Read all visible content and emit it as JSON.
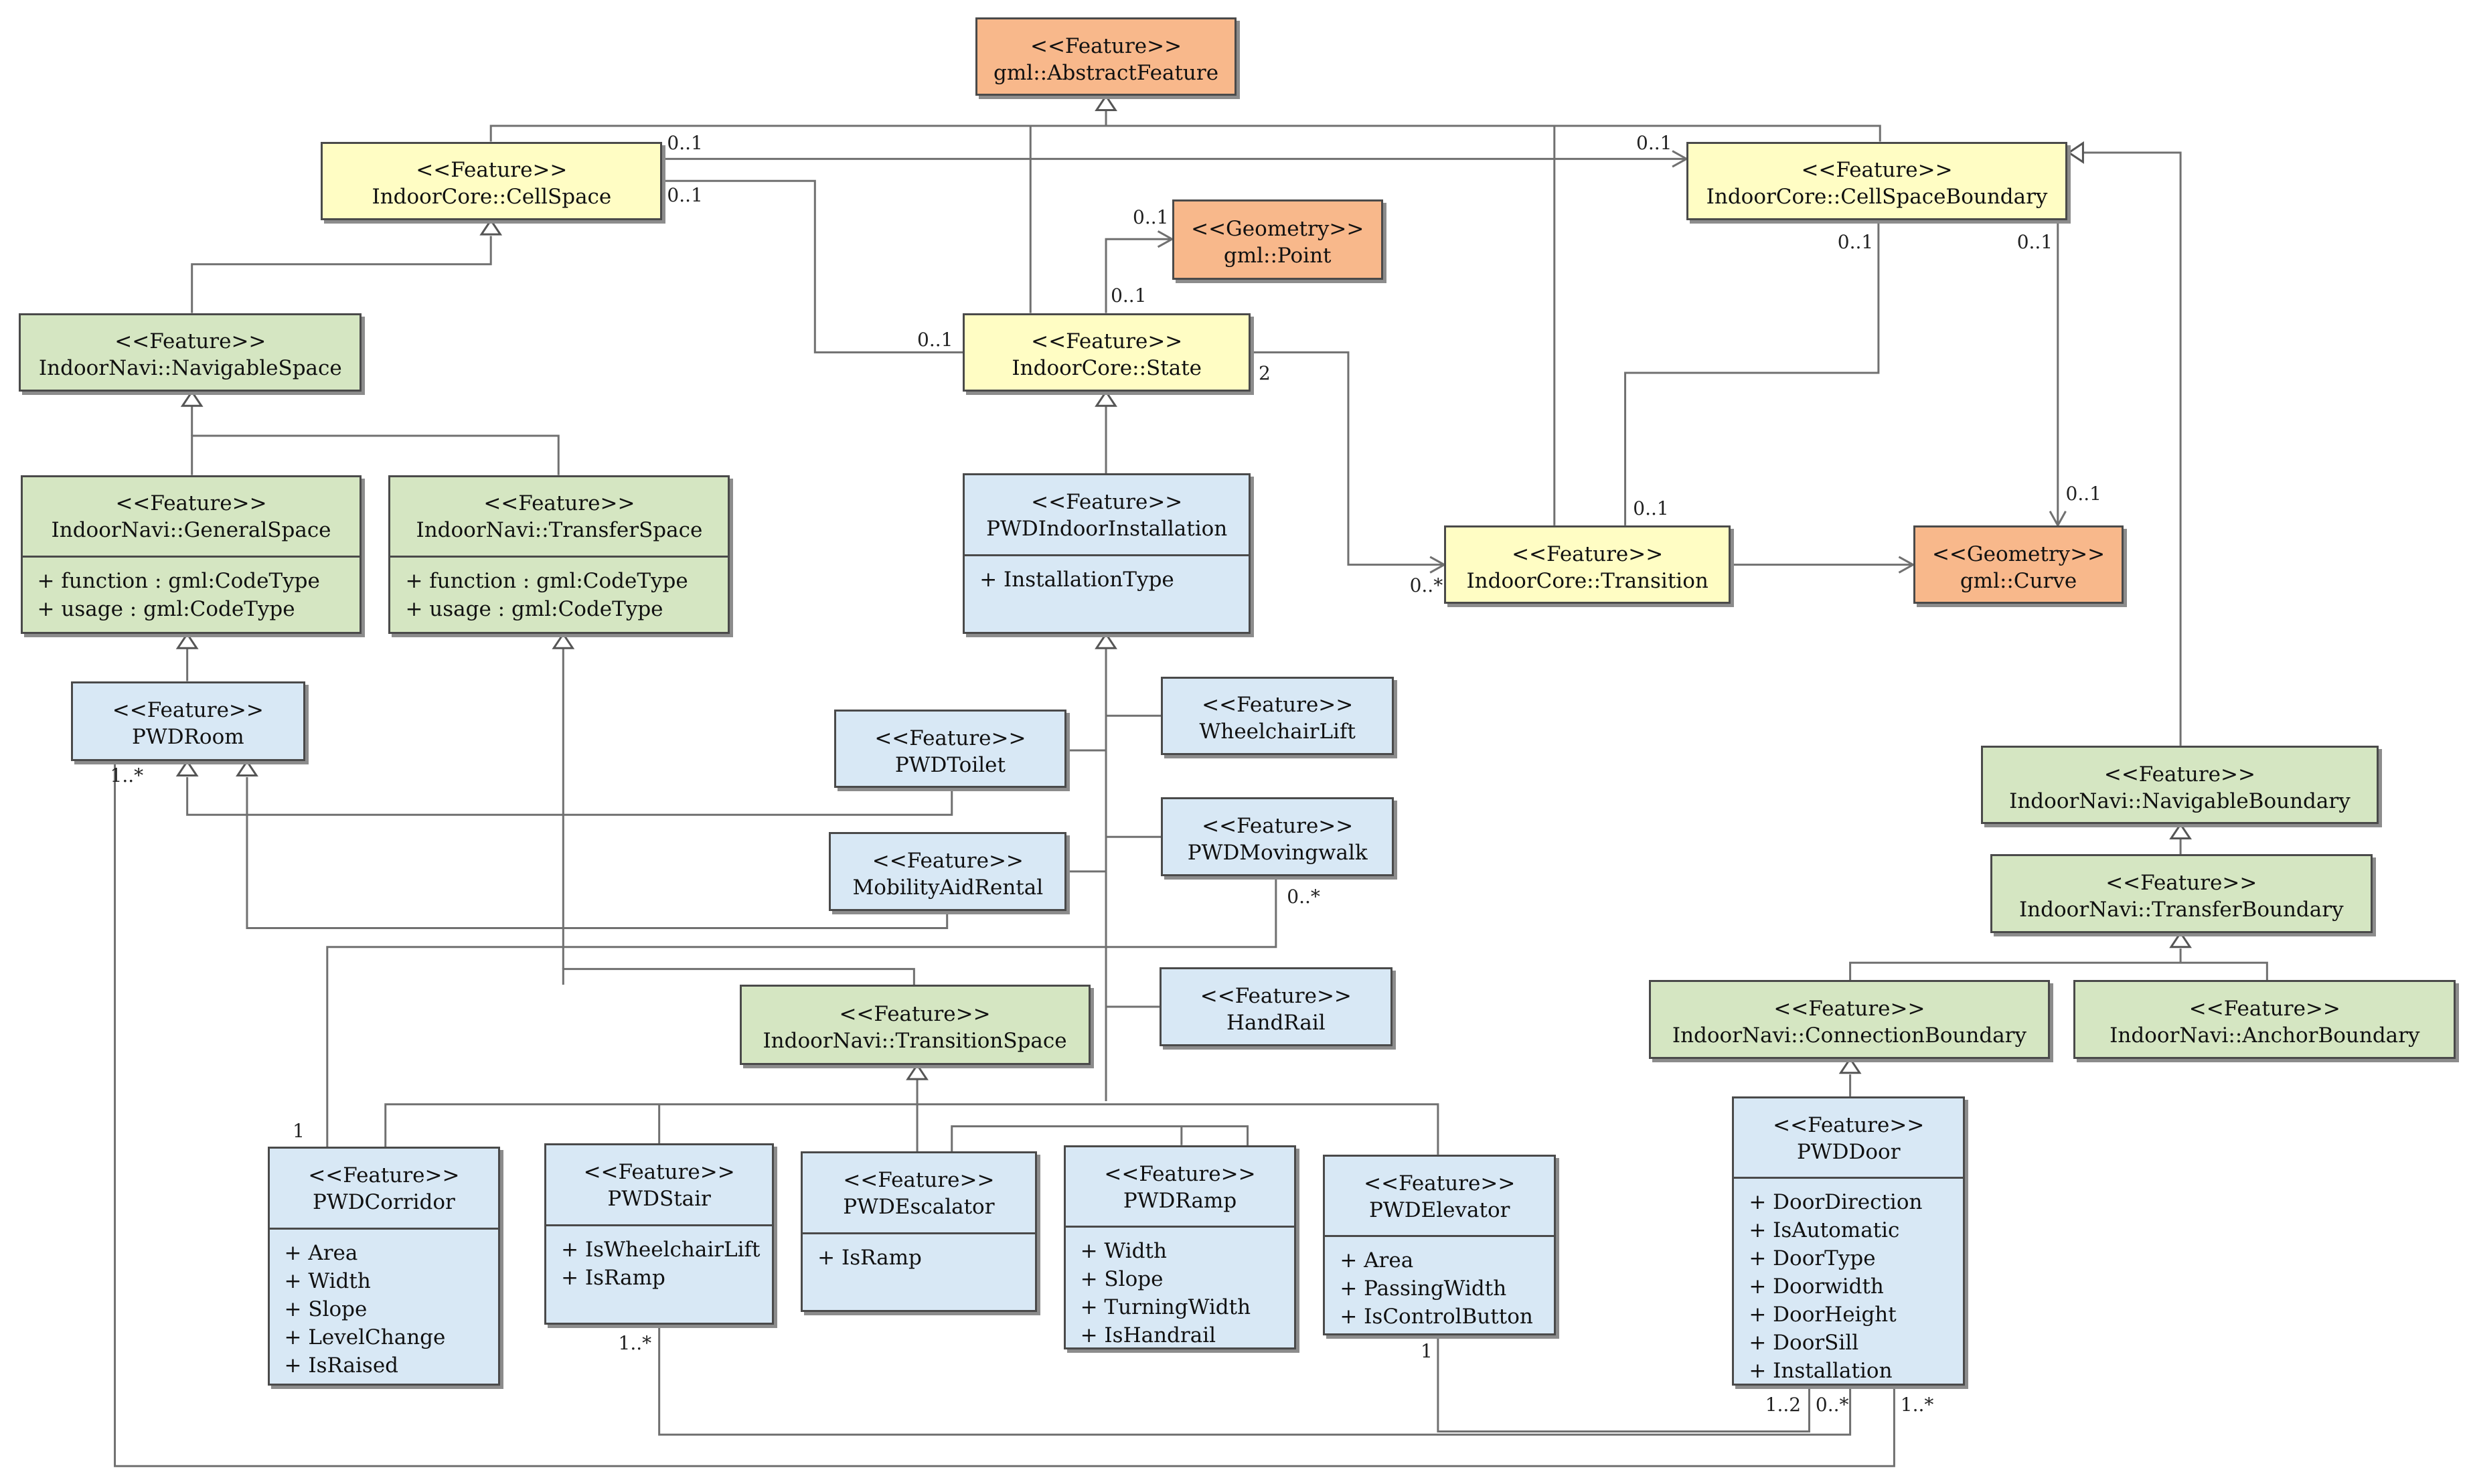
{
  "colors": {
    "orange": "#f8b88b",
    "yellow": "#fffdc4",
    "green": "#d5e6c2",
    "blue": "#d8e8f5",
    "line": "#707070",
    "border": "#4a4a4a"
  },
  "classes": [
    {
      "id": "abstract-feature",
      "stereotype": "<<Feature>>",
      "name": "gml::AbstractFeature",
      "color": "orange",
      "attrs": []
    },
    {
      "id": "cellspace",
      "stereotype": "<<Feature>>",
      "name": "IndoorCore::CellSpace",
      "color": "yellow",
      "attrs": []
    },
    {
      "id": "cellspaceboundary",
      "stereotype": "<<Feature>>",
      "name": "IndoorCore::CellSpaceBoundary",
      "color": "yellow",
      "attrs": []
    },
    {
      "id": "point",
      "stereotype": "<<Geometry>>",
      "name": "gml::Point",
      "color": "orange",
      "attrs": []
    },
    {
      "id": "navigablespace",
      "stereotype": "<<Feature>>",
      "name": "IndoorNavi::NavigableSpace",
      "color": "green",
      "attrs": []
    },
    {
      "id": "state",
      "stereotype": "<<Feature>>",
      "name": "IndoorCore::State",
      "color": "yellow",
      "attrs": []
    },
    {
      "id": "generalspace",
      "stereotype": "<<Feature>>",
      "name": "IndoorNavi::GeneralSpace",
      "color": "green",
      "attrs": [
        "+ function : gml:CodeType",
        "+ usage : gml:CodeType"
      ]
    },
    {
      "id": "transferspace",
      "stereotype": "<<Feature>>",
      "name": "IndoorNavi::TransferSpace",
      "color": "green",
      "attrs": [
        "+ function : gml:CodeType",
        "+ usage : gml:CodeType"
      ]
    },
    {
      "id": "pwdindoorinstallation",
      "stereotype": "<<Feature>>",
      "name": "PWDIndoorInstallation",
      "color": "blue",
      "attrs": [
        "+ InstallationType"
      ]
    },
    {
      "id": "transition",
      "stereotype": "<<Feature>>",
      "name": "IndoorCore::Transition",
      "color": "yellow",
      "attrs": []
    },
    {
      "id": "curve",
      "stereotype": "<<Geometry>>",
      "name": "gml::Curve",
      "color": "orange",
      "attrs": []
    },
    {
      "id": "pwdroom",
      "stereotype": "<<Feature>>",
      "name": "PWDRoom",
      "color": "blue",
      "attrs": []
    },
    {
      "id": "wheelchairlift",
      "stereotype": "<<Feature>>",
      "name": "WheelchairLift",
      "color": "blue",
      "attrs": []
    },
    {
      "id": "pwdtoilet",
      "stereotype": "<<Feature>>",
      "name": "PWDToilet",
      "color": "blue",
      "attrs": []
    },
    {
      "id": "navigableboundary",
      "stereotype": "<<Feature>>",
      "name": "IndoorNavi::NavigableBoundary",
      "color": "green",
      "attrs": []
    },
    {
      "id": "pwdmovingwalk",
      "stereotype": "<<Feature>>",
      "name": "PWDMovingwalk",
      "color": "blue",
      "attrs": []
    },
    {
      "id": "mobilityaidrental",
      "stereotype": "<<Feature>>",
      "name": "MobilityAidRental",
      "color": "blue",
      "attrs": []
    },
    {
      "id": "transferboundary",
      "stereotype": "<<Feature>>",
      "name": "IndoorNavi::TransferBoundary",
      "color": "green",
      "attrs": []
    },
    {
      "id": "handrail",
      "stereotype": "<<Feature>>",
      "name": "HandRail",
      "color": "blue",
      "attrs": []
    },
    {
      "id": "transitionspace",
      "stereotype": "<<Feature>>",
      "name": "IndoorNavi::TransitionSpace",
      "color": "green",
      "attrs": []
    },
    {
      "id": "connectionboundary",
      "stereotype": "<<Feature>>",
      "name": "IndoorNavi::ConnectionBoundary",
      "color": "green",
      "attrs": []
    },
    {
      "id": "anchorboundary",
      "stereotype": "<<Feature>>",
      "name": "IndoorNavi::AnchorBoundary",
      "color": "green",
      "attrs": []
    },
    {
      "id": "pwdcorridor",
      "stereotype": "<<Feature>>",
      "name": "PWDCorridor",
      "color": "blue",
      "attrs": [
        "+ Area",
        "+ Width",
        "+ Slope",
        "+ LevelChange",
        "+ IsRaised"
      ]
    },
    {
      "id": "pwdstair",
      "stereotype": "<<Feature>>",
      "name": "PWDStair",
      "color": "blue",
      "attrs": [
        "+ IsWheelchairLift",
        "+ IsRamp"
      ]
    },
    {
      "id": "pwdescalator",
      "stereotype": "<<Feature>>",
      "name": "PWDEscalator",
      "color": "blue",
      "attrs": [
        "+ IsRamp"
      ]
    },
    {
      "id": "pwdramp",
      "stereotype": "<<Feature>>",
      "name": "PWDRamp",
      "color": "blue",
      "attrs": [
        "+ Width",
        "+ Slope",
        "+ TurningWidth",
        "+ IsHandrail"
      ]
    },
    {
      "id": "pwdelevator",
      "stereotype": "<<Feature>>",
      "name": "PWDElevator",
      "color": "blue",
      "attrs": [
        "+ Area",
        "+ PassingWidth",
        "+ IsControlButton"
      ]
    },
    {
      "id": "pwddoor",
      "stereotype": "<<Feature>>",
      "name": "PWDDoor",
      "color": "blue",
      "attrs": [
        "+ DoorDirection",
        "+ IsAutomatic",
        "+ DoorType",
        "+ Doorwidth",
        "+ DoorHeight",
        "+ DoorSill",
        "+ Installation"
      ]
    }
  ],
  "multiplicities": [
    "0..1",
    "0..1",
    "0..1",
    "0..1",
    "0..1",
    "0..1",
    "0..1",
    "0..1",
    "2",
    "0..*",
    "0..1",
    "0..1",
    "0..*",
    "1",
    "1..*",
    "1..*",
    "1",
    "1..2",
    "0..*",
    "1..*"
  ]
}
